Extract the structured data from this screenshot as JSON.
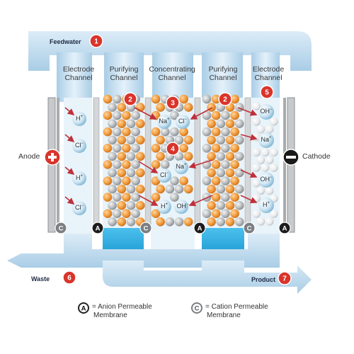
{
  "header": {
    "feedwater": "Feedwater",
    "feedwater_step": "1"
  },
  "channels": [
    {
      "line1": "Electrode",
      "line2": "Channel"
    },
    {
      "line1": "Purifying",
      "line2": "Channel"
    },
    {
      "line1": "Concentrating",
      "line2": "Channel"
    },
    {
      "line1": "Purifying",
      "line2": "Channel"
    },
    {
      "line1": "Electrode",
      "line2": "Channel"
    }
  ],
  "electrodes": {
    "anode": "Anode",
    "cathode": "Cathode",
    "anode_symbol": "+",
    "cathode_symbol": "−"
  },
  "steps": [
    "2",
    "3",
    "2",
    "5",
    "4"
  ],
  "ions": {
    "na": "Na",
    "na_sup": "+",
    "cl": "Cl",
    "cl_sup": "−",
    "h": "H",
    "h_sup": "+",
    "oh": "OH",
    "oh_sup": "−"
  },
  "membranes": [
    "C",
    "A",
    "C",
    "A",
    "C",
    "A"
  ],
  "outputs": {
    "waste": "Waste",
    "waste_step": "6",
    "product": "Product",
    "product_step": "7"
  },
  "legend": {
    "anion_letter": "A",
    "anion_line1": "= Anion Permeable",
    "anion_line2": "Membrane",
    "cation_letter": "C",
    "cation_line1": "= Cation Permeable",
    "cation_line2": "Membrane"
  },
  "colors": {
    "water": "#1aa7df",
    "flow": "#b9d9ee",
    "step_marker": "#d9342b",
    "cation_bead": "#f29a3a",
    "anion_bead": "#b9bcbe",
    "membrane_marker": "#333333"
  }
}
